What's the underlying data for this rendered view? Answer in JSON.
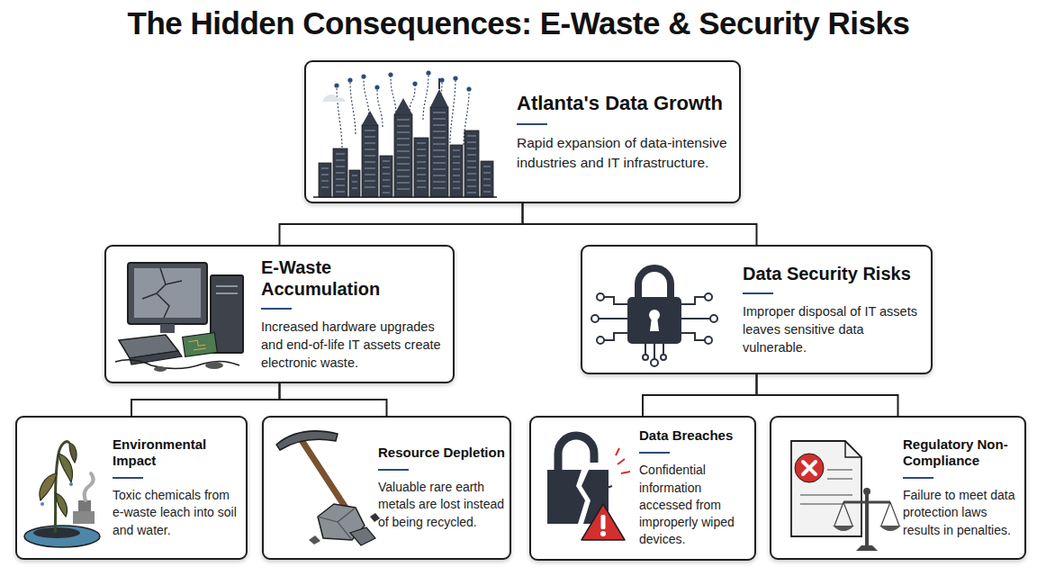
{
  "diagram": {
    "title": "The Hidden Consequences: E-Waste & Security Risks",
    "nodes": [
      {
        "text": [
          "Atlanta's Data Growth",
          "Rapid expansion of data-intensive industries and IT infrastructure."
        ]
      },
      {
        "text": [
          "E-Waste Accumulation",
          "Increased hardware upgrades and end-of-life IT assets create electronic waste."
        ]
      },
      {
        "text": [
          "Data Security Risks",
          "Improper disposal of IT assets leaves sensitive data vulnerable."
        ]
      },
      {
        "text": [
          "Environmental Impact",
          "Toxic chemicals from e-waste leach into soil and water."
        ]
      },
      {
        "text": [
          "Resource Depletion",
          "Valuable rare earth metals are lost instead of being recycled."
        ]
      },
      {
        "text": [
          "Data Breaches",
          "Confidential information accessed from improperly wiped devices."
        ]
      },
      {
        "text": [
          "Regulatory Non-Compliance",
          "Failure to meet data protection laws results in penalties."
        ]
      }
    ],
    "edges": [
      {
        "from": 0,
        "to": 1,
        "arrow": "none"
      },
      {
        "from": 0,
        "to": 2,
        "arrow": "none"
      },
      {
        "from": 1,
        "to": 3,
        "arrow": "none"
      },
      {
        "from": 1,
        "to": 4,
        "arrow": "none"
      },
      {
        "from": 2,
        "to": 5,
        "arrow": "none"
      },
      {
        "from": 2,
        "to": 6,
        "arrow": "none"
      }
    ]
  }
}
